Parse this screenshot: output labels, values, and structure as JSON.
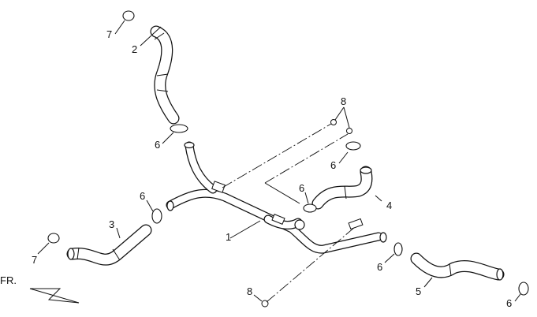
{
  "diagram": {
    "front_label": "FR.",
    "callouts": [
      {
        "id": "c1",
        "text": "1"
      },
      {
        "id": "c2",
        "text": "2"
      },
      {
        "id": "c3",
        "text": "3"
      },
      {
        "id": "c4",
        "text": "4"
      },
      {
        "id": "c5",
        "text": "5"
      },
      {
        "id": "c6a",
        "text": "6"
      },
      {
        "id": "c6b",
        "text": "6"
      },
      {
        "id": "c6c",
        "text": "6"
      },
      {
        "id": "c6d",
        "text": "6"
      },
      {
        "id": "c6e",
        "text": "6"
      },
      {
        "id": "c6f",
        "text": "6"
      },
      {
        "id": "c7a",
        "text": "7"
      },
      {
        "id": "c7b",
        "text": "7"
      },
      {
        "id": "c8a",
        "text": "8"
      },
      {
        "id": "c8b",
        "text": "8"
      }
    ]
  }
}
